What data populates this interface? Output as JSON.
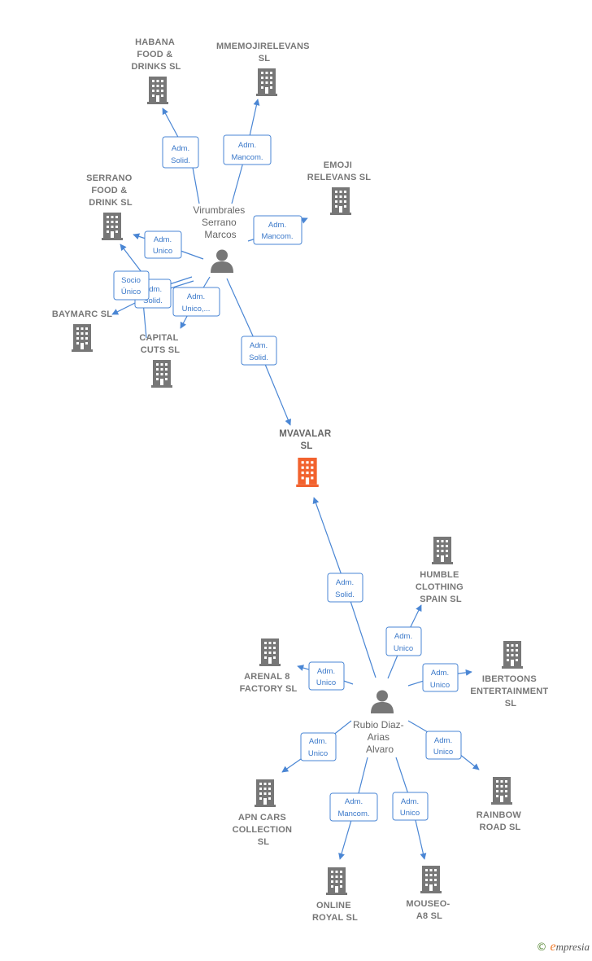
{
  "colors": {
    "edge": "#4a86d4",
    "node": "#777777",
    "focus_node": "#f2622e",
    "role_border": "#4a86d4",
    "role_text": "#3a78c9",
    "label": "#777777"
  },
  "focus_company": {
    "lines": [
      "MVAVALAR",
      "SL"
    ],
    "icon": "building-icon"
  },
  "persons": [
    {
      "id": "virumbrales",
      "lines": [
        "Virumbrales",
        "Serrano",
        "Marcos"
      ],
      "icon": "person-icon"
    },
    {
      "id": "rubio",
      "lines": [
        "Rubio Diaz-",
        "Arias",
        "Alvaro"
      ],
      "icon": "person-icon"
    }
  ],
  "companies": [
    {
      "id": "habana",
      "lines": [
        "HABANA",
        "FOOD &",
        "DRINKS  SL"
      ]
    },
    {
      "id": "mmemoji",
      "lines": [
        "MMEMOJIRELEVANS",
        "SL"
      ]
    },
    {
      "id": "emoji",
      "lines": [
        "EMOJI",
        "RELEVANS  SL"
      ]
    },
    {
      "id": "serrano",
      "lines": [
        "SERRANO",
        "FOOD &",
        "DRINK  SL"
      ]
    },
    {
      "id": "baymarc",
      "lines": [
        "BAYMARC  SL"
      ]
    },
    {
      "id": "capital",
      "lines": [
        "CAPITAL",
        "CUTS  SL"
      ]
    },
    {
      "id": "humble",
      "lines": [
        "HUMBLE",
        "CLOTHING",
        "SPAIN  SL"
      ]
    },
    {
      "id": "arena",
      "lines": [
        "ARENAL 8",
        "FACTORY  SL"
      ]
    },
    {
      "id": "ibertoons",
      "lines": [
        "IBERTOONS",
        "ENTERTAINMENT",
        "SL"
      ]
    },
    {
      "id": "apn",
      "lines": [
        "APN CARS",
        "COLLECTION",
        "SL"
      ]
    },
    {
      "id": "rainbow",
      "lines": [
        "RAINBOW",
        "ROAD  SL"
      ]
    },
    {
      "id": "online",
      "lines": [
        "ONLINE",
        "ROYAL  SL"
      ]
    },
    {
      "id": "mouseo",
      "lines": [
        "MOUSEO-",
        "A8  SL"
      ]
    }
  ],
  "roles": [
    {
      "id": "habana",
      "lines": [
        "Adm.",
        "Solid."
      ]
    },
    {
      "id": "mmemoji",
      "lines": [
        "Adm.",
        "Mancom."
      ]
    },
    {
      "id": "emoji",
      "lines": [
        "Adm.",
        "Mancom."
      ]
    },
    {
      "id": "serrano-unico",
      "lines": [
        "Adm.",
        "Unico"
      ]
    },
    {
      "id": "serrano-solid",
      "lines": [
        "Adm.",
        "Solid."
      ]
    },
    {
      "id": "baymarc",
      "lines": [
        "Socio",
        "Único"
      ]
    },
    {
      "id": "capital",
      "lines": [
        "Adm.",
        "Unico,..."
      ]
    },
    {
      "id": "mvavalar-v",
      "lines": [
        "Adm.",
        "Solid."
      ]
    },
    {
      "id": "mvavalar-r",
      "lines": [
        "Adm.",
        "Solid."
      ]
    },
    {
      "id": "humble",
      "lines": [
        "Adm.",
        "Unico"
      ]
    },
    {
      "id": "arena",
      "lines": [
        "Adm.",
        "Unico"
      ]
    },
    {
      "id": "ibertoons",
      "lines": [
        "Adm.",
        "Unico"
      ]
    },
    {
      "id": "apn",
      "lines": [
        "Adm.",
        "Unico"
      ]
    },
    {
      "id": "rainbow",
      "lines": [
        "Adm.",
        "Unico"
      ]
    },
    {
      "id": "online",
      "lines": [
        "Adm.",
        "Mancom."
      ]
    },
    {
      "id": "mouseo",
      "lines": [
        "Adm.",
        "Unico"
      ]
    }
  ],
  "footer": {
    "copyright_symbol": "©",
    "brand_initial": "e",
    "brand_rest": "mpresia"
  }
}
